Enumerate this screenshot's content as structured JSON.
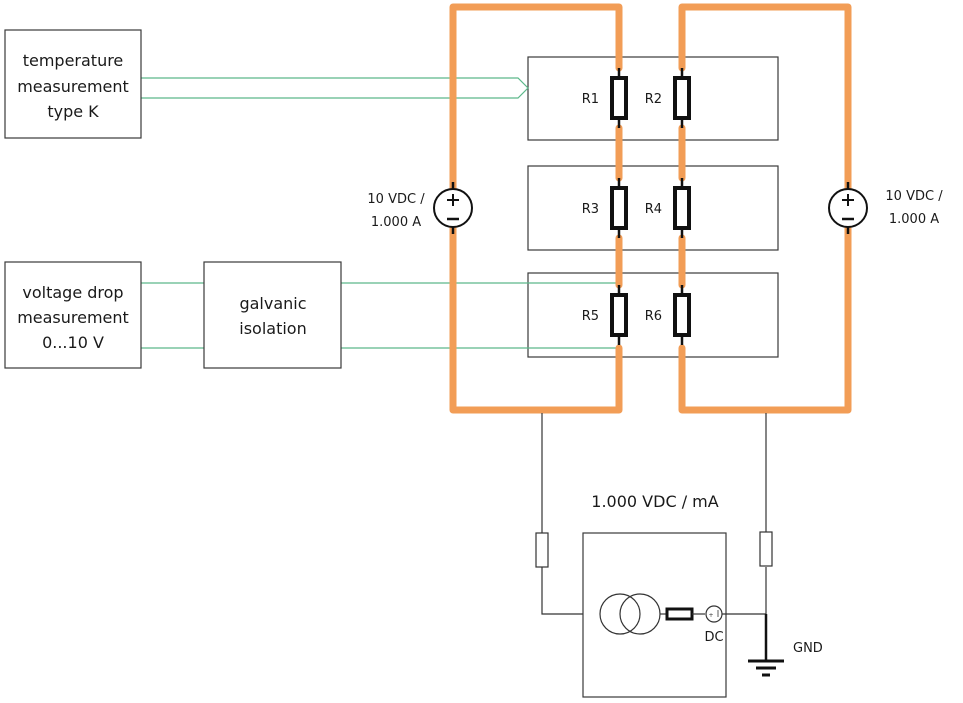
{
  "colors": {
    "current_loop": "#f29d56",
    "signal_wire": "#5cb88a",
    "outline": "#3a3a3a"
  },
  "blocks": {
    "temperature": {
      "lines": [
        "temperature",
        "measurement",
        "type K"
      ]
    },
    "voltage_drop": {
      "lines": [
        "voltage drop",
        "measurement",
        "0...10 V"
      ]
    },
    "galvanic": {
      "lines": [
        "galvanic",
        "isolation"
      ]
    }
  },
  "sources": {
    "left": {
      "lines": [
        "10 VDC /",
        "1.000 A"
      ],
      "icon": "dc-voltage-source-icon"
    },
    "right": {
      "lines": [
        "10 VDC /",
        "1.000 A"
      ],
      "icon": "dc-voltage-source-icon"
    }
  },
  "resistors": [
    {
      "label": "R1"
    },
    {
      "label": "R2"
    },
    {
      "label": "R3"
    },
    {
      "label": "R4"
    },
    {
      "label": "R5"
    },
    {
      "label": "R6"
    }
  ],
  "tester": {
    "title": "1.000 VDC / mA",
    "dc_label": "DC",
    "gnd_label": "GND"
  }
}
